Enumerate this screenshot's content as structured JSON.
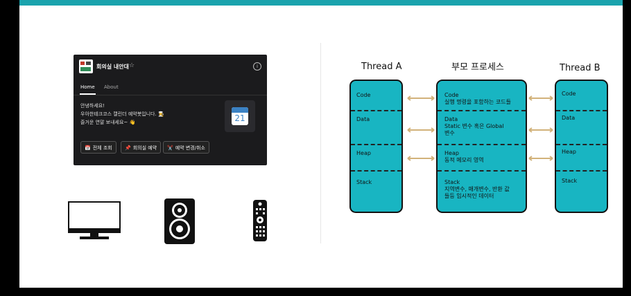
{
  "slack": {
    "app_name": "회의실 내안대",
    "star": "☆",
    "info": "i",
    "tabs": [
      {
        "label": "Home"
      },
      {
        "label": "About"
      }
    ],
    "message": [
      "안녕하세요!",
      "우아한테크코스 캘린더 예약봇입니다. 🧑‍🍳",
      "즐거운 연말 보내세요~ 👋"
    ],
    "calendar_day": "21",
    "buttons": [
      {
        "icon": "📅",
        "label": "전체 조회"
      },
      {
        "icon": "📌",
        "label": "회의실 예약"
      },
      {
        "icon": "✂️",
        "label": "예약 변경/취소"
      }
    ]
  },
  "devices": [
    {
      "icon": "monitor-icon"
    },
    {
      "icon": "speaker-icon"
    },
    {
      "icon": "remote-control-icon"
    }
  ],
  "diagram": {
    "thread_a": {
      "title": "Thread A",
      "segments": [
        "Code",
        "Data",
        "Heap",
        "Stack"
      ]
    },
    "parent": {
      "title": "부모 프로세스",
      "segments": [
        [
          "Code",
          "실행 명령을 포함하는 코드들"
        ],
        [
          "Data",
          "Static 변수 혹은 Global",
          "변수"
        ],
        [
          "Heap",
          "동적 메모리 영역"
        ],
        [
          "Stack",
          "지역변수, 매개변수, 반환 값",
          "들등 임시적인 데이터"
        ]
      ]
    },
    "thread_b": {
      "title": "Thread B",
      "segments": [
        "Code",
        "Data",
        "Heap",
        "Stack"
      ]
    },
    "colors": {
      "fill": "#18b5c2",
      "arrow": "#d2b27a",
      "accent": "#1aa3ad"
    }
  }
}
